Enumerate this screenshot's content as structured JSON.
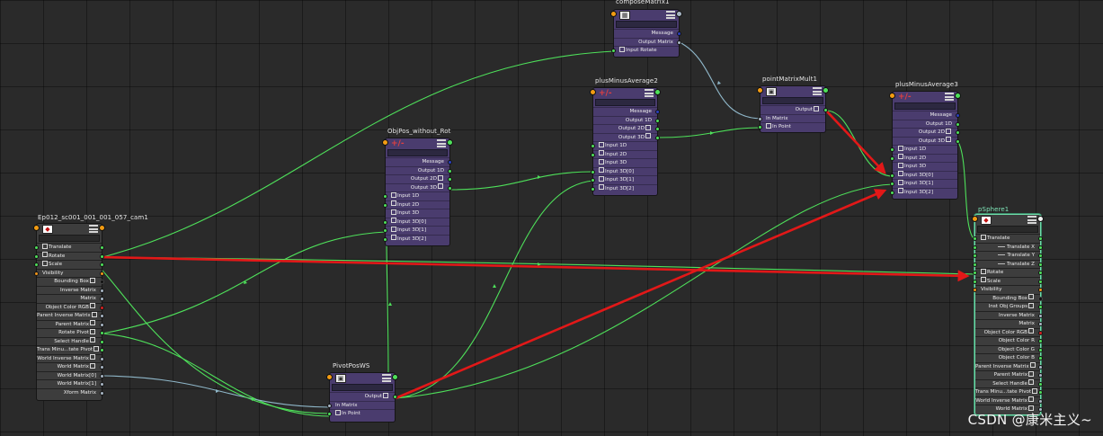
{
  "watermark": "CSDN @康米主义~",
  "colors": {
    "canvas": "#2a2a2a",
    "node_purple": "#4a3c6e",
    "node_gray": "#3d3d3d",
    "selection_outline": "#6fdcaa",
    "wire_green": "#4ee05a",
    "wire_blue": "#8fb7c9",
    "annotation_red": "#e21818"
  },
  "nodes": {
    "cam": {
      "title": "Ep012_sc001_001_001_057_cam1",
      "icon": "transform-icon",
      "rows": [
        {
          "label": "Translate",
          "dir": "in",
          "plug": "green",
          "both": true,
          "expand": true
        },
        {
          "label": "Rotate",
          "dir": "in",
          "plug": "green",
          "both": true,
          "expand": true
        },
        {
          "label": "Scale",
          "dir": "in",
          "plug": "green",
          "both": true,
          "expand": true
        },
        {
          "label": "Visibility",
          "dir": "in",
          "plug": "orange",
          "both": true
        },
        {
          "label": "Bounding Box",
          "dir": "out",
          "plug": "black",
          "expand": true
        },
        {
          "label": "Inverse Matrix",
          "dir": "out",
          "plug": "gray"
        },
        {
          "label": "Matrix",
          "dir": "out",
          "plug": "gray"
        },
        {
          "label": "Object Color RGB",
          "dir": "out",
          "plug": "red",
          "expand": true
        },
        {
          "label": "Parent Inverse Matrix",
          "dir": "out",
          "plug": "gray",
          "expand": true
        },
        {
          "label": "Parent Matrix",
          "dir": "out",
          "plug": "gray",
          "expand": true
        },
        {
          "label": "Rotate Pivot",
          "dir": "out",
          "plug": "green",
          "expand": true
        },
        {
          "label": "Select Handle",
          "dir": "out",
          "plug": "green",
          "expand": true
        },
        {
          "label": "Trans Minu...tate Pivot",
          "dir": "out",
          "plug": "green",
          "expand": true
        },
        {
          "label": "World Inverse Matrix",
          "dir": "out",
          "plug": "gray",
          "expand": true
        },
        {
          "label": "World Matrix",
          "dir": "out",
          "plug": "gray",
          "expand": true
        },
        {
          "label": "World Matrix[0]",
          "dir": "out",
          "plug": "gray"
        },
        {
          "label": "World Matrix[1]",
          "dir": "out",
          "plug": "gray"
        },
        {
          "label": "Xform Matrix",
          "dir": "out",
          "plug": "gray"
        }
      ]
    },
    "objpos": {
      "title": "ObjPos_without_Rot",
      "icon": "+/-",
      "rows": [
        {
          "label": "Message",
          "dir": "out",
          "plug": "blue"
        },
        {
          "label": "Output 1D",
          "dir": "out",
          "plug": "green"
        },
        {
          "label": "Output 2D",
          "dir": "out",
          "plug": "green",
          "expand": true
        },
        {
          "label": "Output 3D",
          "dir": "out",
          "plug": "green",
          "expand": true
        },
        {
          "label": "Input 1D",
          "dir": "in",
          "plug": "green",
          "expand": true
        },
        {
          "label": "Input 2D",
          "dir": "in",
          "plug": "green",
          "expand": true
        },
        {
          "label": "Input 3D",
          "dir": "in",
          "plug": "none",
          "expand": true
        },
        {
          "label": "Input 3D[0]",
          "dir": "in",
          "plug": "green",
          "expand": true
        },
        {
          "label": "Input 3D[1]",
          "dir": "in",
          "plug": "green",
          "expand": true
        },
        {
          "label": "Input 3D[2]",
          "dir": "in",
          "plug": "green",
          "expand": true
        }
      ]
    },
    "pma2": {
      "title": "plusMinusAverage2",
      "icon": "+/-",
      "rows": [
        {
          "label": "Message",
          "dir": "out",
          "plug": "blue"
        },
        {
          "label": "Output 1D",
          "dir": "out",
          "plug": "green"
        },
        {
          "label": "Output 2D",
          "dir": "out",
          "plug": "green",
          "expand": true
        },
        {
          "label": "Output 3D",
          "dir": "out",
          "plug": "green",
          "expand": true
        },
        {
          "label": "Input 1D",
          "dir": "in",
          "plug": "green",
          "expand": true
        },
        {
          "label": "Input 2D",
          "dir": "in",
          "plug": "green",
          "expand": true
        },
        {
          "label": "Input 3D",
          "dir": "in",
          "plug": "none",
          "expand": true
        },
        {
          "label": "Input 3D[0]",
          "dir": "in",
          "plug": "green",
          "expand": true
        },
        {
          "label": "Input 3D[1]",
          "dir": "in",
          "plug": "green",
          "expand": true
        },
        {
          "label": "Input 3D[2]",
          "dir": "in",
          "plug": "green",
          "expand": true
        }
      ]
    },
    "compose": {
      "title": "composeMatrix1",
      "icon": "matrix-icon",
      "rows": [
        {
          "label": "Message",
          "dir": "out",
          "plug": "blue"
        },
        {
          "label": "Output Matrix",
          "dir": "out",
          "plug": "gray"
        },
        {
          "label": "Input Rotate",
          "dir": "in",
          "plug": "green",
          "expand": true
        }
      ]
    },
    "pmm": {
      "title": "pointMatrixMult1",
      "icon": "cube-icon",
      "rows": [
        {
          "label": "Output",
          "dir": "out",
          "plug": "green",
          "expand": true
        },
        {
          "label": "In Matrix",
          "dir": "in",
          "plug": "gray"
        },
        {
          "label": "In Point",
          "dir": "in",
          "plug": "green",
          "expand": true
        }
      ]
    },
    "pma3": {
      "title": "plusMinusAverage3",
      "icon": "+/-",
      "rows": [
        {
          "label": "Message",
          "dir": "out",
          "plug": "blue"
        },
        {
          "label": "Output 1D",
          "dir": "out",
          "plug": "green"
        },
        {
          "label": "Output 2D",
          "dir": "out",
          "plug": "green",
          "expand": true
        },
        {
          "label": "Output 3D",
          "dir": "out",
          "plug": "green",
          "expand": true
        },
        {
          "label": "Input 1D",
          "dir": "in",
          "plug": "green",
          "expand": true
        },
        {
          "label": "Input 2D",
          "dir": "in",
          "plug": "green",
          "expand": true
        },
        {
          "label": "Input 3D",
          "dir": "in",
          "plug": "none",
          "expand": true
        },
        {
          "label": "Input 3D[0]",
          "dir": "in",
          "plug": "green",
          "expand": true
        },
        {
          "label": "Input 3D[1]",
          "dir": "in",
          "plug": "green",
          "expand": true
        },
        {
          "label": "Input 3D[2]",
          "dir": "in",
          "plug": "green",
          "expand": true
        }
      ]
    },
    "pivot": {
      "title": "PivotPosWS",
      "icon": "cube-icon",
      "rows": [
        {
          "label": "Output",
          "dir": "out",
          "plug": "green",
          "expand": true
        },
        {
          "label": "In Matrix",
          "dir": "in",
          "plug": "gray"
        },
        {
          "label": "In Point",
          "dir": "in",
          "plug": "green",
          "expand": true
        }
      ]
    },
    "sphere": {
      "title": "pSphere1",
      "icon": "transform-icon",
      "rows": [
        {
          "label": "Translate",
          "dir": "in",
          "plug": "green",
          "both": true,
          "expand": true
        },
        {
          "label": "Translate X",
          "dir": "out",
          "plug": "green",
          "both": true,
          "sub": true
        },
        {
          "label": "Translate Y",
          "dir": "out",
          "plug": "green",
          "both": true,
          "sub": true
        },
        {
          "label": "Translate Z",
          "dir": "out",
          "plug": "green",
          "both": true,
          "sub": true
        },
        {
          "label": "Rotate",
          "dir": "in",
          "plug": "green",
          "both": true,
          "expand": true
        },
        {
          "label": "Scale",
          "dir": "in",
          "plug": "green",
          "both": true,
          "expand": true
        },
        {
          "label": "Visibility",
          "dir": "in",
          "plug": "orange",
          "both": true
        },
        {
          "label": "Bounding Box",
          "dir": "out",
          "plug": "black",
          "expand": true
        },
        {
          "label": "Inst Obj Groups",
          "dir": "out",
          "plug": "green",
          "expand": true
        },
        {
          "label": "Inverse Matrix",
          "dir": "out",
          "plug": "gray"
        },
        {
          "label": "Matrix",
          "dir": "out",
          "plug": "gray"
        },
        {
          "label": "Object Color RGB",
          "dir": "out",
          "plug": "red",
          "expand": true
        },
        {
          "label": "Object Color R",
          "dir": "out",
          "plug": "green"
        },
        {
          "label": "Object Color G",
          "dir": "out",
          "plug": "green"
        },
        {
          "label": "Object Color B",
          "dir": "out",
          "plug": "green"
        },
        {
          "label": "Parent Inverse Matrix",
          "dir": "out",
          "plug": "gray",
          "expand": true
        },
        {
          "label": "Parent Matrix",
          "dir": "out",
          "plug": "gray",
          "expand": true
        },
        {
          "label": "Select Handle",
          "dir": "out",
          "plug": "green",
          "expand": true
        },
        {
          "label": "Trans Minu...tate Pivot",
          "dir": "out",
          "plug": "green",
          "expand": true
        },
        {
          "label": "World Inverse Matrix",
          "dir": "out",
          "plug": "gray",
          "expand": true
        },
        {
          "label": "World Matrix",
          "dir": "out",
          "plug": "gray",
          "expand": true
        }
      ]
    }
  }
}
